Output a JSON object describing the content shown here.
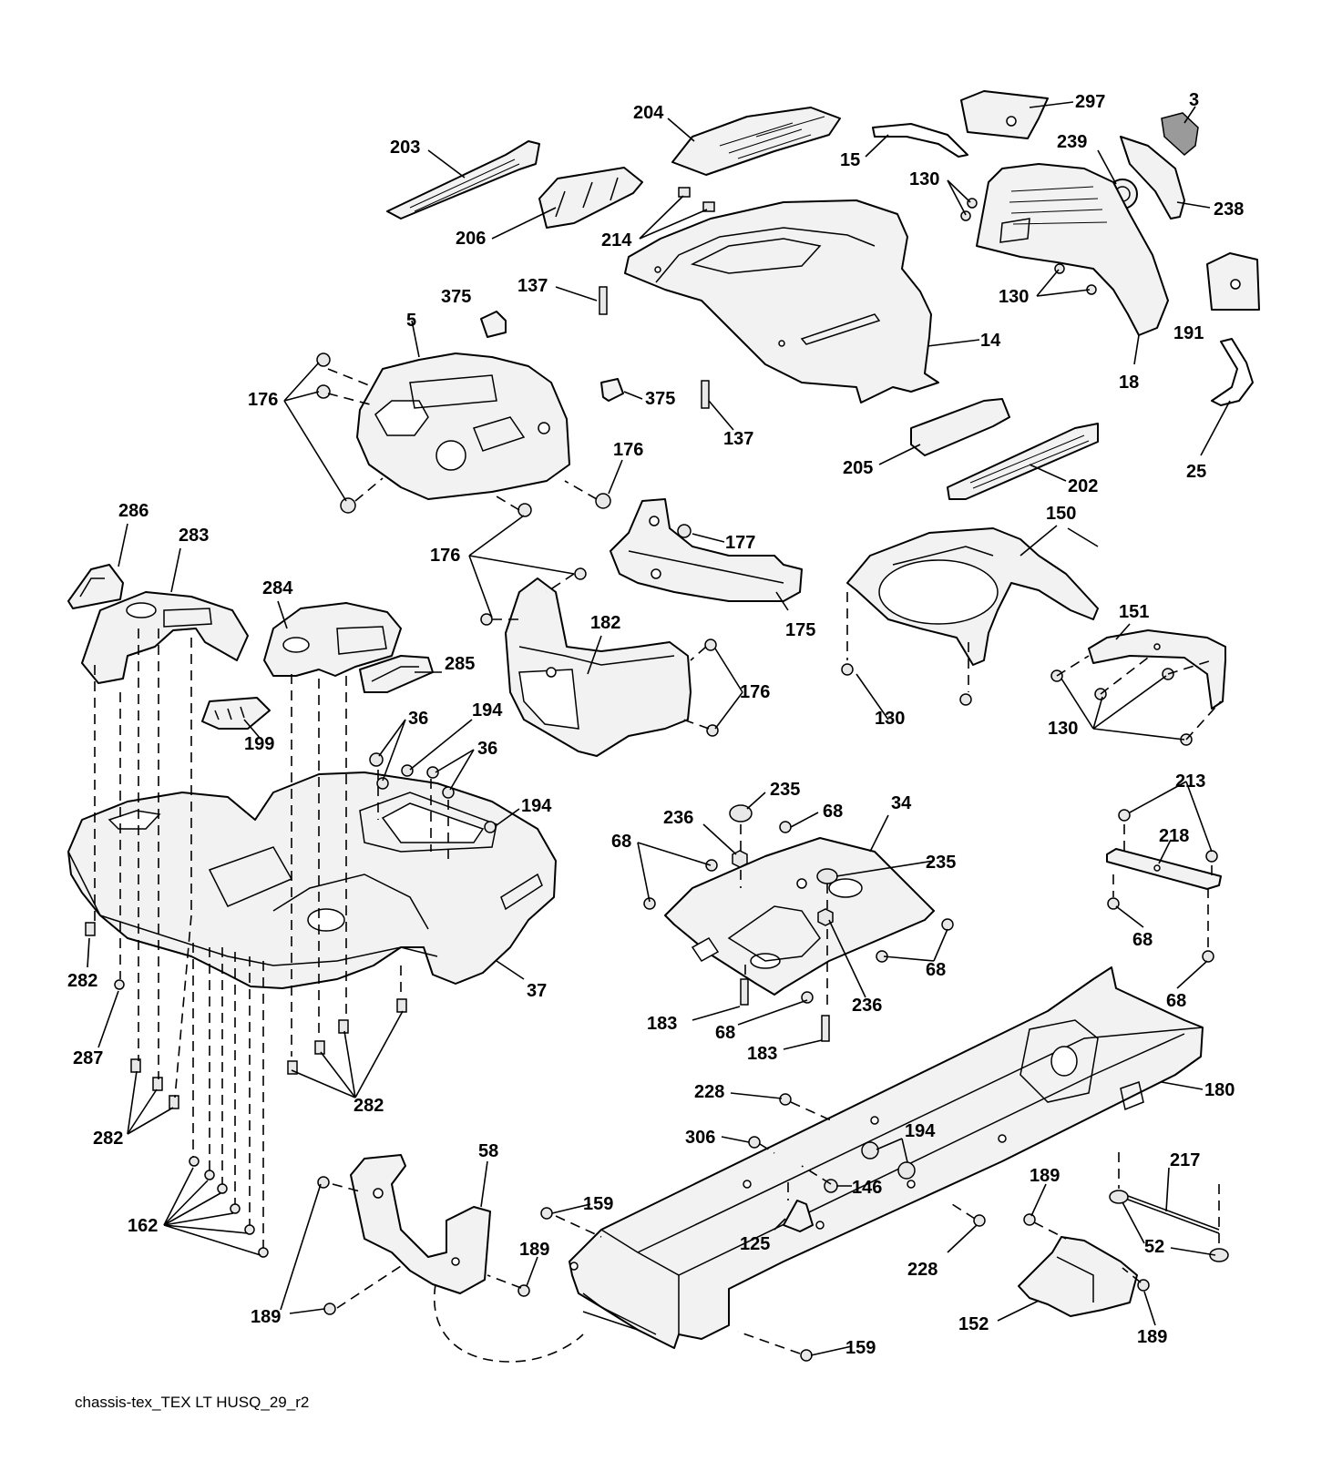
{
  "caption": "chassis-tex_TEX LT HUSQ_29_r2",
  "callouts": [
    {
      "id": "c297",
      "label": "297"
    },
    {
      "id": "c3",
      "label": "3"
    },
    {
      "id": "c204",
      "label": "204"
    },
    {
      "id": "c15",
      "label": "15"
    },
    {
      "id": "c239",
      "label": "239"
    },
    {
      "id": "c238",
      "label": "238"
    },
    {
      "id": "c203",
      "label": "203"
    },
    {
      "id": "c130a",
      "label": "130"
    },
    {
      "id": "c206",
      "label": "206"
    },
    {
      "id": "c214",
      "label": "214"
    },
    {
      "id": "c137a",
      "label": "137"
    },
    {
      "id": "c375a",
      "label": "375"
    },
    {
      "id": "c130b",
      "label": "130"
    },
    {
      "id": "c191",
      "label": "191"
    },
    {
      "id": "c5",
      "label": "5"
    },
    {
      "id": "c14",
      "label": "14"
    },
    {
      "id": "c18",
      "label": "18"
    },
    {
      "id": "c176a",
      "label": "176"
    },
    {
      "id": "c375b",
      "label": "375"
    },
    {
      "id": "c137b",
      "label": "137"
    },
    {
      "id": "c176b",
      "label": "176"
    },
    {
      "id": "c205",
      "label": "205"
    },
    {
      "id": "c202",
      "label": "202"
    },
    {
      "id": "c25",
      "label": "25"
    },
    {
      "id": "c286",
      "label": "286"
    },
    {
      "id": "c150",
      "label": "150"
    },
    {
      "id": "c283",
      "label": "283"
    },
    {
      "id": "c177",
      "label": "177"
    },
    {
      "id": "c176c",
      "label": "176"
    },
    {
      "id": "c284",
      "label": "284"
    },
    {
      "id": "c151",
      "label": "151"
    },
    {
      "id": "c182",
      "label": "182"
    },
    {
      "id": "c175",
      "label": "175"
    },
    {
      "id": "c285",
      "label": "285"
    },
    {
      "id": "c176d",
      "label": "176"
    },
    {
      "id": "c130c",
      "label": "130"
    },
    {
      "id": "c130d",
      "label": "130"
    },
    {
      "id": "c194a",
      "label": "194"
    },
    {
      "id": "c36a",
      "label": "36"
    },
    {
      "id": "c199",
      "label": "199"
    },
    {
      "id": "c36b",
      "label": "36"
    },
    {
      "id": "c213",
      "label": "213"
    },
    {
      "id": "c235a",
      "label": "235"
    },
    {
      "id": "c194b",
      "label": "194"
    },
    {
      "id": "c34",
      "label": "34"
    },
    {
      "id": "c68a",
      "label": "68"
    },
    {
      "id": "c236a",
      "label": "236"
    },
    {
      "id": "c218",
      "label": "218"
    },
    {
      "id": "c68b",
      "label": "68"
    },
    {
      "id": "c235b",
      "label": "235"
    },
    {
      "id": "c68c",
      "label": "68"
    },
    {
      "id": "c68d",
      "label": "68"
    },
    {
      "id": "c282a",
      "label": "282"
    },
    {
      "id": "c37",
      "label": "37"
    },
    {
      "id": "c68e",
      "label": "68"
    },
    {
      "id": "c236b",
      "label": "236"
    },
    {
      "id": "c183a",
      "label": "183"
    },
    {
      "id": "c68f",
      "label": "68"
    },
    {
      "id": "c287",
      "label": "287"
    },
    {
      "id": "c183b",
      "label": "183"
    },
    {
      "id": "c180",
      "label": "180"
    },
    {
      "id": "c228a",
      "label": "228"
    },
    {
      "id": "c282b",
      "label": "282"
    },
    {
      "id": "c282c",
      "label": "282"
    },
    {
      "id": "c194c",
      "label": "194"
    },
    {
      "id": "c306",
      "label": "306"
    },
    {
      "id": "c217",
      "label": "217"
    },
    {
      "id": "c58",
      "label": "58"
    },
    {
      "id": "c146",
      "label": "146"
    },
    {
      "id": "c189a",
      "label": "189"
    },
    {
      "id": "c159a",
      "label": "159"
    },
    {
      "id": "c162",
      "label": "162"
    },
    {
      "id": "c125",
      "label": "125"
    },
    {
      "id": "c52",
      "label": "52"
    },
    {
      "id": "c189b",
      "label": "189"
    },
    {
      "id": "c228b",
      "label": "228"
    },
    {
      "id": "c189c",
      "label": "189"
    },
    {
      "id": "c152",
      "label": "152"
    },
    {
      "id": "c189d",
      "label": "189"
    },
    {
      "id": "c159b",
      "label": "159"
    }
  ]
}
